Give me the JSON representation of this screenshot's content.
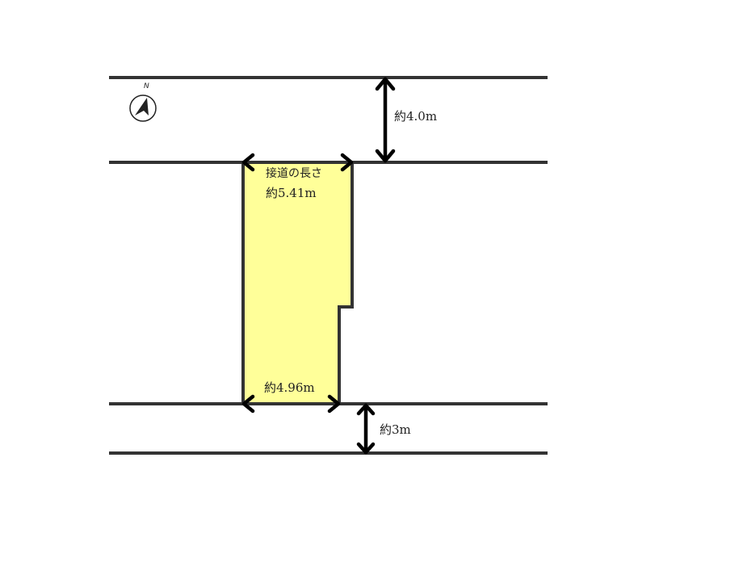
{
  "compass": {
    "north_label": "N",
    "icon": "north-arrow-icon"
  },
  "labels": {
    "north_road_width": "約4.0m",
    "frontage_title": "接道の長さ",
    "frontage_length": "約5.41m",
    "south_frontage": "約4.96m",
    "south_road_width": "約3m"
  },
  "colors": {
    "plot_fill": "#ffff99",
    "line": "#333333",
    "arrow": "#000000"
  }
}
